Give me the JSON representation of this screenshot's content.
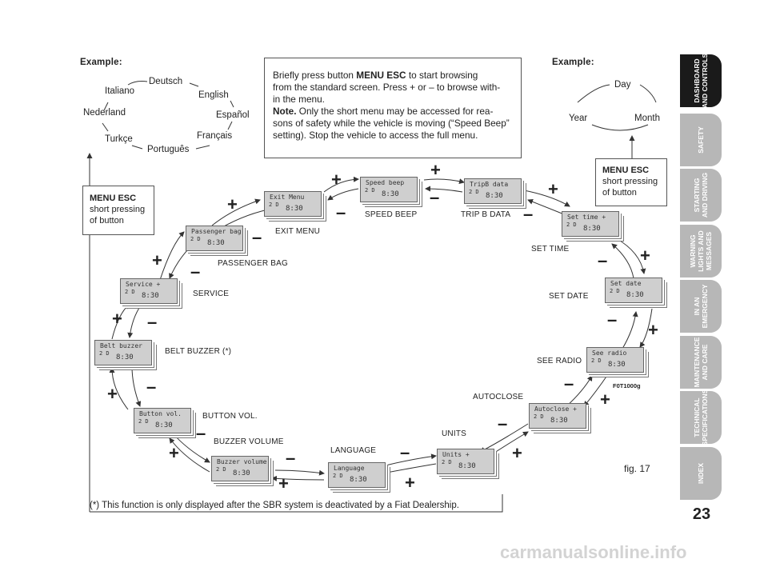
{
  "example_left_label": "Example:",
  "example_right_label": "Example:",
  "languages": [
    "Deutsch",
    "English",
    "Español",
    "Français",
    "Português",
    "Turkçe",
    "Nederland",
    "Italiano"
  ],
  "date_cycle": [
    "Day",
    "Month",
    "Year"
  ],
  "info_box": {
    "line1_pre": "Briefly press button ",
    "line1_bold": "MENU ESC",
    "line1_post": " to start browsing",
    "line2": "from the standard screen. Press + or – to browse with-",
    "line3": "in the menu.",
    "note_label": "Note.",
    "line4": " Only the short menu may be accessed for rea-",
    "line5": "sons of safety while the vehicle is moving (“Speed Beep”",
    "line6": "setting). Stop the vehicle to access the full menu."
  },
  "menu_esc_left": {
    "title": "MENU ESC",
    "line1": "short pressing",
    "line2": "of button"
  },
  "menu_esc_right": {
    "title": "MENU ESC",
    "line1": "short pressing",
    "line2": "of button"
  },
  "screen_clock": "8:30",
  "screen_gear": "2 D",
  "screens": [
    {
      "text": "Exit Menu"
    },
    {
      "text": "Speed beep"
    },
    {
      "text": "TripB data"
    },
    {
      "text": "Set time  +"
    },
    {
      "text": "Set date"
    },
    {
      "text": "See radio"
    },
    {
      "text": "Autoclose +"
    },
    {
      "text": "Units    +"
    },
    {
      "text": "Language"
    },
    {
      "text": "Buzzer volume"
    },
    {
      "text": "Button vol."
    },
    {
      "text": "Belt buzzer"
    },
    {
      "text": "Service  +"
    },
    {
      "text": "Passenger bag"
    }
  ],
  "labels": {
    "exit_menu": "EXIT MENU",
    "speed_beep": "SPEED BEEP",
    "tripb_data": "TRIP B DATA",
    "set_time": "SET TIME",
    "set_date": "SET DATE",
    "see_radio": "SEE RADIO",
    "autoclose": "AUTOCLOSE",
    "units": "UNITS",
    "language": "LANGUAGE",
    "buzzer_volume": "BUZZER VOLUME",
    "button_vol": "BUTTON VOL.",
    "belt_buzzer": "BELT BUZZER (*)",
    "service": "SERVICE",
    "passenger_bag": "PASSENGER BAG"
  },
  "plus": "+",
  "minus": "–",
  "figure_code": "F0T1000g",
  "figure_caption": "fig. 17",
  "footnote": "(*) This function is only displayed after the SBR system is deactivated by a Fiat Dealership.",
  "page_number": "23",
  "tabs": [
    "DASHBOARD\nAND CONTROLS",
    "SAFETY",
    "STARTING\nAND DRIVING",
    "WARNING\nLIGHTS AND\nMESSAGES",
    "IN AN\nEMERGENCY",
    "MAINTENANCE\nAND CARE",
    "TECHNICAL\nSPECIFICATIONS",
    "INDEX"
  ],
  "watermark": "carmanualsonline.info"
}
